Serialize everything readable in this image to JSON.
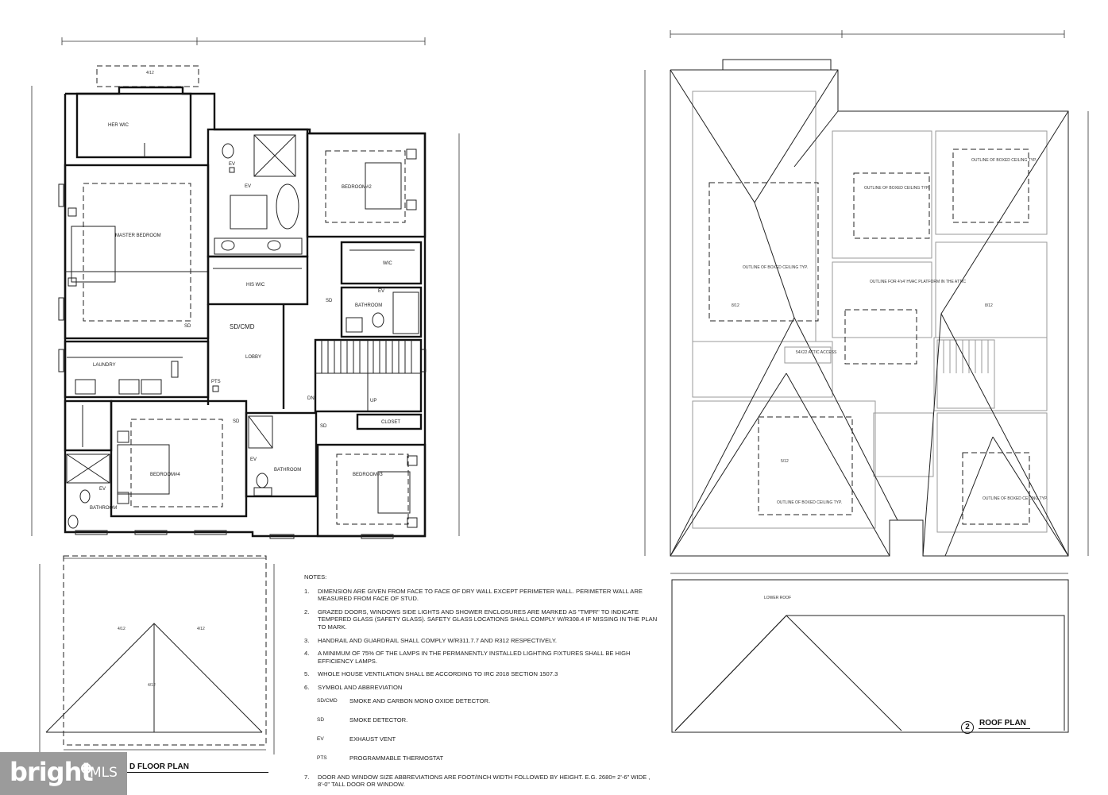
{
  "labels": {
    "rooms": {
      "her_wic": "HER WIC",
      "master_bedroom": "MASTER BEDROOM",
      "his_wic": "HIS WIC",
      "laundry": "LAUNDRY",
      "lobby": "LOBBY",
      "bedroom_2": "BEDROOM#2",
      "wic": "WIC",
      "bathroom_right": "BATHROOM",
      "closet": "CLOSET",
      "bedroom_3": "BEDROOM#3",
      "bathroom_mid": "BATHROOM",
      "bedroom_4": "BEDROOM#4",
      "bathroom_left": "BATHROOM",
      "dn": "DN",
      "up": "UP"
    },
    "symbols": {
      "sd_cmd": "SD/CMD",
      "sd": "SD",
      "ev": "EV",
      "pts": "PTS"
    },
    "roof": {
      "pitch_4_12": "4/12",
      "pitch_8_12": "8/12",
      "pitch_5_12": "5/12",
      "boxed_ceiling_1": "OUTLINE OF BOXED CEILING TYP.",
      "boxed_ceiling_2": "OUTLINE OF BOXED CEILING TYP.",
      "boxed_ceiling_3": "OUTLINE OF BOXED CEILING TYP.",
      "boxed_ceiling_4": "OUTLINE OF BOXED CEILING TYP.",
      "boxed_ceiling_5": "OUTLINE OF BOXED CEILING TYP.",
      "hvac": "OUTLINE FOR 4'x4' HVAC PLATFORM IN THE ATTIC",
      "attic_access": "54X22 ATTIC ACCESS",
      "lower_roof": "LOWER ROOF"
    }
  },
  "notes": {
    "heading": "NOTES:",
    "items": [
      {
        "n": "1.",
        "text": "DIMENSION ARE GIVEN FROM FACE TO FACE OF DRY WALL EXCEPT PERIMETER WALL. PERIMETER WALL  ARE MEASURED FROM FACE OF STUD."
      },
      {
        "n": "2.",
        "text": "GRAZED DOORS, WINDOWS SIDE LIGHTS AND SHOWER ENCLOSURES ARE MARKED AS \"TMPR\" TO INDICATE TEMPERED GLASS (SAFETY GLASS). SAFETY GLASS LOCATIONS SHALL COMPLY W/R308.4 IF MISSING IN THE PLAN TO MARK."
      },
      {
        "n": "3.",
        "text": "HANDRAIL AND GUARDRAIL SHALL COMPLY W/R311.7.7 AND R312 RESPECTIVELY."
      },
      {
        "n": "4.",
        "text": "A MINIMUM OF 75% OF THE LAMPS IN THE PERMANENTLY INSTALLED LIGHTING FIXTURES SHALL BE HIGH EFFICIENCY LAMPS."
      },
      {
        "n": "5.",
        "text": "WHOLE HOUSE VENTILATION SHALL BE ACCORDING TO IRC 2018 SECTION 1507.3"
      },
      {
        "n": "6.",
        "text": "SYMBOL AND ABBREVIATION"
      }
    ],
    "symbols": [
      {
        "code": "SD/CMD",
        "desc": "SMOKE  AND CARBON MONO OXIDE DETECTOR."
      },
      {
        "code": "SD",
        "desc": "SMOKE  DETECTOR."
      },
      {
        "code": "EV",
        "desc": "EXHAUST VENT"
      },
      {
        "code": "PTS",
        "desc": "PROGRAMMABLE THERMOSTAT"
      }
    ],
    "last": {
      "n": "7.",
      "text": "DOOR AND WINDOW SIZE ABBREVIATIONS ARE FOOT/INCH WIDTH FOLLOWED BY HEIGHT. E.G. 2680= 2'-6\" WIDE , 8'-0\" TALL DOOR OR WINDOW."
    }
  },
  "titles": {
    "floor_plan": "D FLOOR PLAN",
    "roof_number": "2",
    "roof_plan": "ROOF PLAN"
  },
  "watermark": {
    "brand": "bright",
    "mls": "MLS"
  }
}
